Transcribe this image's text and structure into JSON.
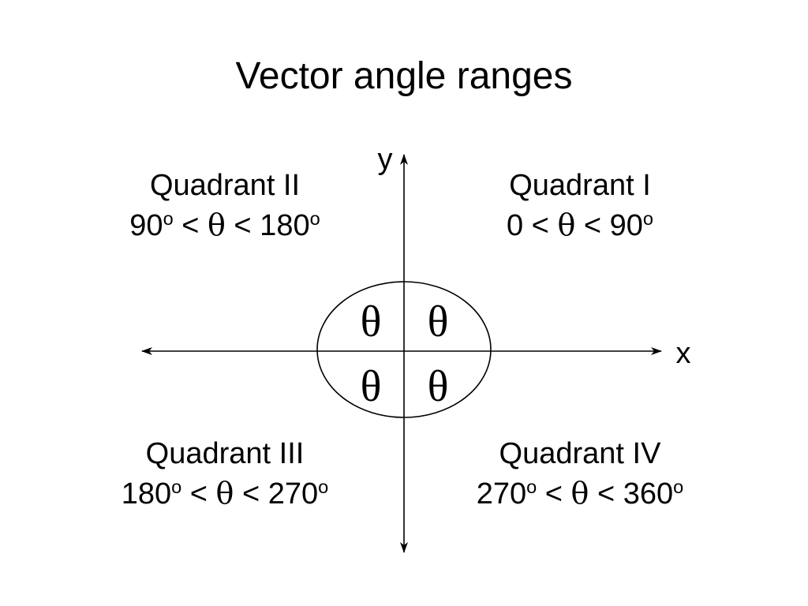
{
  "title": "Vector angle ranges",
  "axes": {
    "x_label": "x",
    "y_label": "y"
  },
  "theta_symbol": "θ",
  "quadrants": [
    {
      "name": "Quadrant I",
      "range": [
        {
          "t": "0 < ",
          "s": false,
          "g": false
        },
        {
          "t": "θ",
          "s": false,
          "g": true
        },
        {
          "t": " < 90",
          "s": false,
          "g": false
        },
        {
          "t": "o",
          "s": true,
          "g": false
        }
      ]
    },
    {
      "name": "Quadrant II",
      "range": [
        {
          "t": "90",
          "s": false,
          "g": false
        },
        {
          "t": "o",
          "s": true,
          "g": false
        },
        {
          "t": " < ",
          "s": false,
          "g": false
        },
        {
          "t": "θ",
          "s": false,
          "g": true
        },
        {
          "t": " < 180",
          "s": false,
          "g": false
        },
        {
          "t": "o",
          "s": true,
          "g": false
        }
      ]
    },
    {
      "name": "Quadrant III",
      "range": [
        {
          "t": "180",
          "s": false,
          "g": false
        },
        {
          "t": "o",
          "s": true,
          "g": false
        },
        {
          "t": " < ",
          "s": false,
          "g": false
        },
        {
          "t": "θ",
          "s": false,
          "g": true
        },
        {
          "t": " < 270",
          "s": false,
          "g": false
        },
        {
          "t": "o",
          "s": true,
          "g": false
        }
      ]
    },
    {
      "name": "Quadrant IV",
      "range": [
        {
          "t": "270",
          "s": false,
          "g": false
        },
        {
          "t": "o",
          "s": true,
          "g": false
        },
        {
          "t": " < ",
          "s": false,
          "g": false
        },
        {
          "t": "θ",
          "s": false,
          "g": true
        },
        {
          "t": " < 360",
          "s": false,
          "g": false
        },
        {
          "t": "o",
          "s": true,
          "g": false
        }
      ]
    }
  ],
  "colors": {
    "background": "#ffffff",
    "ink": "#000000"
  }
}
